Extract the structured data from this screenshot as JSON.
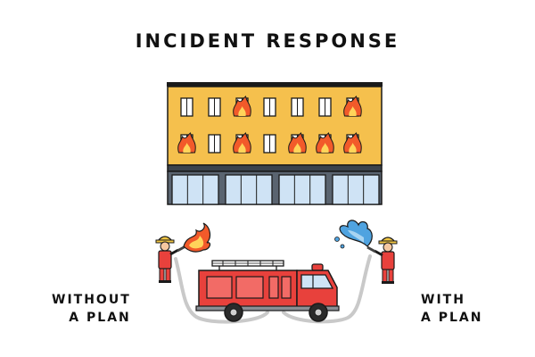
{
  "title": "INCIDENT RESPONSE",
  "left_label": {
    "line1": "WITHOUT",
    "line2": "A PLAN"
  },
  "right_label": {
    "line1": "WITH",
    "line2": "A PLAN"
  },
  "colors": {
    "building_wall": "#f5c04d",
    "building_base": "#5a6470",
    "window_glass": "#cfe3f5",
    "fire": "#f25a2a",
    "water": "#4fa3e0",
    "truck_red": "#e8413c",
    "outline": "#1a1a1a",
    "hose": "#d9d9d9"
  },
  "icons": {
    "building": "burning-building-icon",
    "truck": "fire-truck-icon",
    "firefighter_left": "firefighter-icon",
    "firefighter_right": "firefighter-icon",
    "fire": "flame-icon",
    "water": "water-spray-icon"
  }
}
